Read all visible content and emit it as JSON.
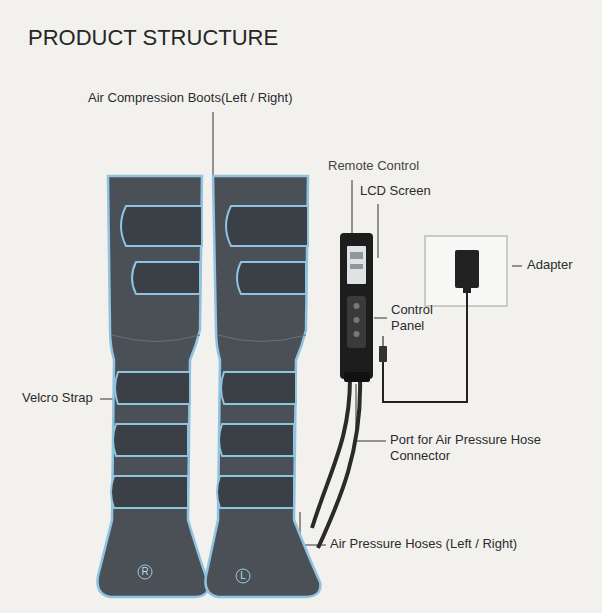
{
  "diagram": {
    "title": "PRODUCT STRUCTURE",
    "labels": [
      "Air Compression Boots(Left / Right)",
      "Remote Control",
      "LCD Screen",
      "Adapter",
      "Control Panel",
      "Velcro Strap",
      "Port for Air Pressure Hose Connector",
      "Air Pressure Hoses (Left / Right)",
      "R",
      "L"
    ]
  }
}
